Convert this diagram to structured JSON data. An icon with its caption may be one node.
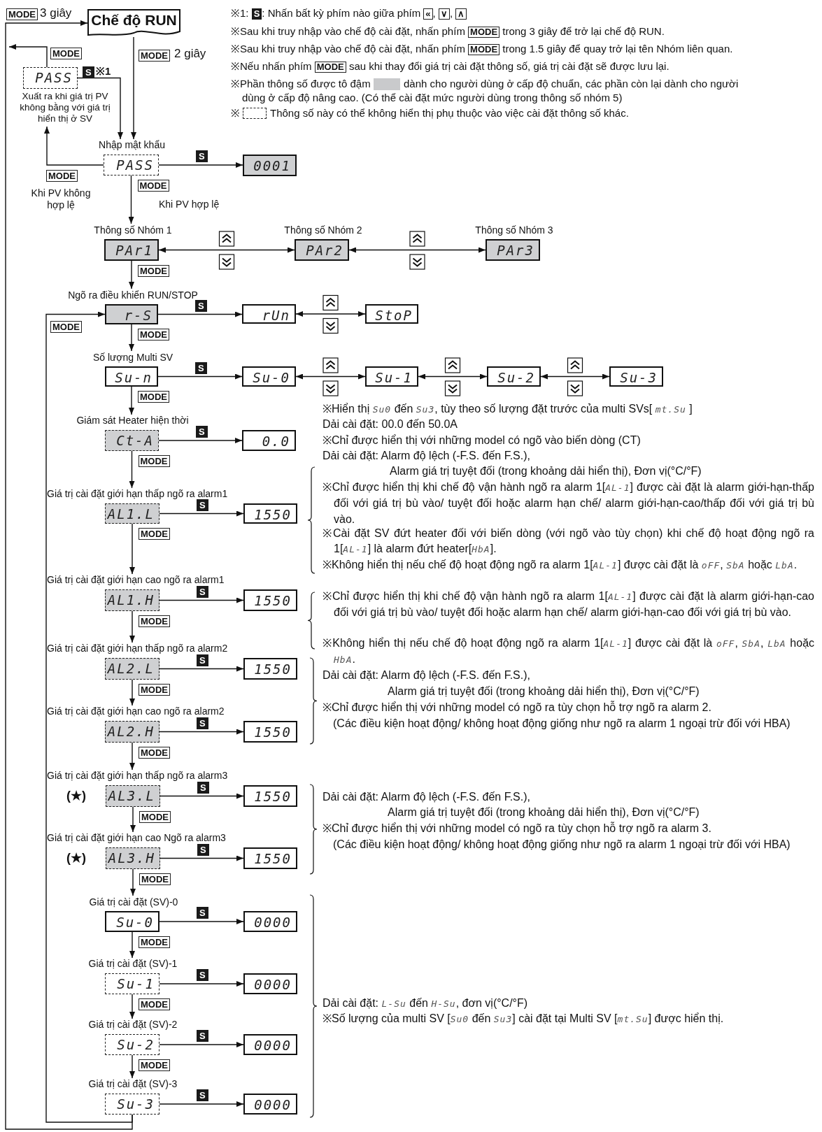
{
  "diagram": {
    "nodes": [
      {
        "text": [
          "Chế độ RUN"
        ]
      },
      {
        "text": [
          "PASS"
        ],
        "beside": [
          "Xuất ra khi giá trị PV không bằng với giá trị hiển thị ở SV"
        ]
      },
      {
        "text": [
          "Nhập mật khẩu",
          "PASS"
        ]
      },
      {
        "text": [
          "0001"
        ]
      },
      {
        "text": [
          "Thông số Nhóm 1",
          "PAr1"
        ]
      },
      {
        "text": [
          "Thông số Nhóm 2",
          "PAr2"
        ]
      },
      {
        "text": [
          "Thông số Nhóm 3",
          "PAr3"
        ]
      },
      {
        "text": [
          "Ngõ ra điều khiển RUN/STOP",
          "r-S"
        ]
      },
      {
        "text": [
          "rUn"
        ]
      },
      {
        "text": [
          "StoP"
        ]
      },
      {
        "text": [
          "Số lượng Multi SV",
          "Su-n"
        ]
      },
      {
        "text": [
          "Su-0"
        ]
      },
      {
        "text": [
          "Su-1"
        ]
      },
      {
        "text": [
          "Su-2"
        ]
      },
      {
        "text": [
          "Su-3"
        ]
      },
      {
        "text": [
          "Giám sát Heater hiện thời",
          "Ct-A"
        ]
      },
      {
        "text": [
          "0.0"
        ]
      },
      {
        "text": [
          "Giá trị cài đặt giới hạn thấp ngõ ra alarm1",
          "AL1.L"
        ]
      },
      {
        "text": [
          "1550"
        ]
      },
      {
        "text": [
          "Giá trị cài đặt giới hạn cao ngõ ra alarm1",
          "AL1.H"
        ]
      },
      {
        "text": [
          "1550"
        ]
      },
      {
        "text": [
          "Giá trị cài đặt giới hạn thấp ngõ ra alarm2",
          "AL2.L"
        ]
      },
      {
        "text": [
          "1550"
        ]
      },
      {
        "text": [
          "Giá trị cài đặt giới hạn cao ngõ ra alarm2",
          "AL2.H"
        ]
      },
      {
        "text": [
          "1550"
        ]
      },
      {
        "text": [
          "Giá trị cài đặt giới hạn thấp ngõ ra alarm3",
          "(★)",
          "AL3.L"
        ]
      },
      {
        "text": [
          "1550"
        ]
      },
      {
        "text": [
          "Giá trị cài đặt giới hạn cao Ngõ ra alarm3",
          "(★)",
          "AL3.H"
        ]
      },
      {
        "text": [
          "1550"
        ]
      },
      {
        "text": [
          "Giá trị cài đặt (SV)-0",
          "Su-0"
        ]
      },
      {
        "text": [
          "0000"
        ]
      },
      {
        "text": [
          "Giá trị cài đặt (SV)-1",
          "Su-1"
        ]
      },
      {
        "text": [
          "0000"
        ]
      },
      {
        "text": [
          "Giá trị cài đặt (SV)-2",
          "Su-2"
        ]
      },
      {
        "text": [
          "0000"
        ]
      },
      {
        "text": [
          "Giá trị cài đặt (SV)-3",
          "Su-3"
        ]
      },
      {
        "text": [
          "0000"
        ]
      }
    ],
    "edges": [
      {
        "from": 35,
        "to": 0,
        "arrow": "to",
        "label": "MODE"
      },
      {
        "from": 35,
        "to": 7,
        "arrow": "to",
        "label": "MODE"
      },
      {
        "from": 0,
        "to": 2,
        "arrow": "to",
        "label": "MODE"
      },
      {
        "from": 1,
        "to": null,
        "arrow": "to",
        "label": "MODE"
      },
      {
        "from": 1,
        "to": 2,
        "arrow": "to",
        "label": "S"
      },
      {
        "from": 2,
        "to": 1,
        "arrow": "to",
        "label": "MODE"
      },
      {
        "from": 2,
        "to": 3,
        "arrow": "to",
        "label": "S"
      },
      {
        "from": 2,
        "to": 4,
        "arrow": "to",
        "label": "MODE"
      },
      {
        "from": 4,
        "to": 5,
        "arrow": "both"
      },
      {
        "from": 5,
        "to": 6,
        "arrow": "both"
      },
      {
        "from": 4,
        "to": 7,
        "arrow": "to",
        "label": "MODE"
      },
      {
        "from": 7,
        "to": 8,
        "arrow": "to",
        "label": "S"
      },
      {
        "from": 8,
        "to": 9,
        "arrow": "both"
      },
      {
        "from": 7,
        "to": 10,
        "arrow": "to",
        "label": "MODE"
      },
      {
        "from": 10,
        "to": 11,
        "arrow": "to",
        "label": "S"
      },
      {
        "from": 11,
        "to": 12,
        "arrow": "both"
      },
      {
        "from": 12,
        "to": 13,
        "arrow": "both"
      },
      {
        "from": 13,
        "to": 14,
        "arrow": "both"
      },
      {
        "from": 10,
        "to": 15,
        "arrow": "to",
        "label": "MODE"
      },
      {
        "from": 15,
        "to": 16,
        "arrow": "to",
        "label": "S"
      },
      {
        "from": 15,
        "to": 17,
        "arrow": "to",
        "label": "MODE"
      },
      {
        "from": 17,
        "to": 18,
        "arrow": "to",
        "label": "S"
      },
      {
        "from": 17,
        "to": 19,
        "arrow": "to",
        "label": "MODE"
      },
      {
        "from": 19,
        "to": 20,
        "arrow": "to",
        "label": "S"
      },
      {
        "from": 19,
        "to": 21,
        "arrow": "to",
        "label": "MODE"
      },
      {
        "from": 21,
        "to": 22,
        "arrow": "to",
        "label": "S"
      },
      {
        "from": 21,
        "to": 23,
        "arrow": "to",
        "label": "MODE"
      },
      {
        "from": 23,
        "to": 24,
        "arrow": "to",
        "label": "S"
      },
      {
        "from": 23,
        "to": 25,
        "arrow": "to",
        "label": "MODE"
      },
      {
        "from": 25,
        "to": 26,
        "arrow": "to",
        "label": "S"
      },
      {
        "from": 25,
        "to": 27,
        "arrow": "to",
        "label": "MODE"
      },
      {
        "from": 27,
        "to": 28,
        "arrow": "to",
        "label": "S"
      },
      {
        "from": 27,
        "to": 29,
        "arrow": "to",
        "label": "MODE"
      },
      {
        "from": 29,
        "to": 30,
        "arrow": "to",
        "label": "S"
      },
      {
        "from": 29,
        "to": 31,
        "arrow": "to",
        "label": "MODE"
      },
      {
        "from": 31,
        "to": 32,
        "arrow": "to",
        "label": "S"
      },
      {
        "from": 31,
        "to": 33,
        "arrow": "to",
        "label": "MODE"
      },
      {
        "from": 33,
        "to": 34,
        "arrow": "to",
        "label": "S"
      },
      {
        "from": 33,
        "to": 35,
        "arrow": "to",
        "label": "MODE"
      },
      {
        "from": 35,
        "to": 36,
        "arrow": "to",
        "label": "S"
      }
    ],
    "labels": [
      "3 giây",
      "2 giây",
      "※1",
      "Khi PV không hợp lệ",
      "Khi PV hợp lệ",
      "※1: **S**: Nhấn bất kỳ phím nào giữa phím **«**, **∨**, **∧**",
      "※Sau khi truy nhập vào chế độ cài đặt, nhấn phím **MODE** trong 3 giây để trở lại chế độ RUN.",
      "※Sau khi truy nhập vào chế độ cài đặt, nhấn phím **MODE** trong 1.5 giây để quay trở lại tên Nhóm liên quan.",
      "※Nếu nhấn phím **MODE** sau khi thay đổi giá trị cài đặt thông số, giá trị cài đặt sẽ được lưu lại.",
      "※Phần thông số được tô đậm",
      "※",
      "※Hiển thị *Su0* đến *Su3*, tùy theo số lượng đặt trước của multi SVs[ *mt.Su* ]",
      "Dải cài đặt: 00.0 đến 50.0A",
      "※Chỉ được hiển thị với những model có ngõ vào biến dòng (CT)",
      "Dải cài đặt: Alarm độ lệch (-F.S. đến F.S.),",
      "Alarm giá trị tuyệt đối (trong khoảng dải hiển thị), Đơn vị(°C/°F)",
      "※Chỉ được hiển thị khi chế độ vận hành ngõ ra alarm 1[*AL-1*] được cài đặt là alarm giới-hạn-thấp đối với giá trị bù vào/ tuyệt đối hoặc alarm hạn chế/ alarm giới-hạn-cao/thấp đối với giá trị bù vào.",
      "※Cài đặt SV đứt heater đối với biến dòng (với ngõ vào tùy chọn) khi chế độ hoạt động ngõ ra 1[*AL-1*] là alarm đứt heater[*HbA*].",
      "※Không hiển thị nếu chế độ hoạt động ngõ ra alarm 1[*AL-1*] được cài đặt là *oFF*, *SbA* hoặc *LbA*.",
      "※Chỉ được hiển thị khi chế độ vận hành ngõ ra alarm 1[*AL-1*] được cài đặt là alarm giới-hạn-cao đối với giá trị bù vào/ tuyệt đối hoặc alarm hạn chế/ alarm giới-hạn-cao đối với giá trị bù vào.",
      "※Không hiển thị nếu chế độ hoạt động ngõ ra alarm 1[*AL-1*] được cài đặt là *oFF*, *SbA*, *LbA* hoặc *HbA*.",
      "Dải cài đặt: Alarm độ lệch (-F.S. đến F.S.),",
      "Alarm giá trị tuyệt đối (trong khoảng dải hiển thị), Đơn vị(°C/°F)",
      "※Chỉ được hiển thị với những model có ngõ ra tùy chọn hỗ trợ ngõ ra alarm 2.",
      "(Các điều kiện hoạt động/ không hoạt động giống như ngõ ra alarm 1 ngoại trừ đối với HBA)",
      "Dải cài đặt: Alarm độ lệch (-F.S. đến F.S.),",
      "Alarm giá trị tuyệt đối (trong khoảng dải hiển thị), Đơn vị(°C/°F)",
      "※Chỉ được hiển thị với những model có ngõ ra tùy chọn hỗ trợ ngõ ra alarm 3.",
      "(Các điều kiện hoạt động/ không hoạt động giống như ngõ ra alarm 1 ngoại trừ đối với HBA)",
      "Dải cài đặt: *L-Su* đến *H-Su*, đơn vị(°C/°F)",
      "※Số lượng của multi SV [*Su0* đến *Su3*] cài đặt tại Multi SV [*mt.Su*] được hiển thị."
    ],
    "legend": [
      {
        "text": "dành cho người dùng ở cấp độ chuẩn, các phần còn lại dành cho người dùng ở cấp độ nâng cao. (Có thể cài đặt mức người dùng trong thông số nhóm 5)",
        "color": "#c9cacc"
      },
      {
        "text": "Thông số này có thể không hiển thị phụ thuộc vào việc cài đặt thông số khác."
      }
    ]
  }
}
